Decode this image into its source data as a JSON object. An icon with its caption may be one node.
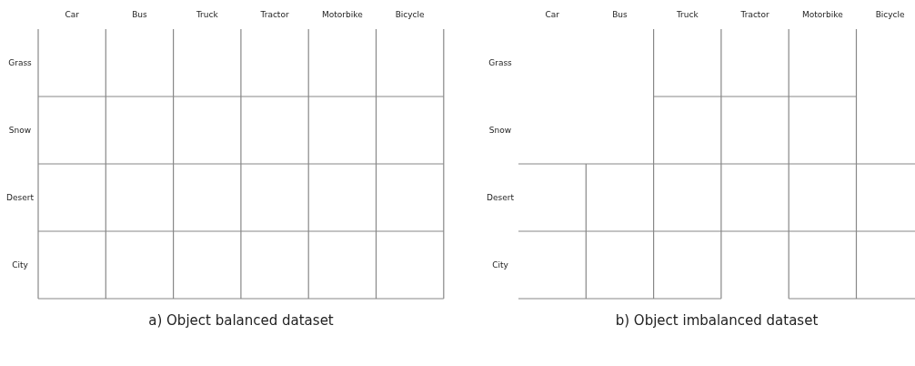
{
  "diagram": {
    "labels": [
      "Car",
      "Bus",
      "Truck",
      "Tractor",
      "Motorbike",
      "Bicycle",
      "Car",
      "Bus",
      "Truck",
      "Tractor",
      "Motorbike",
      "Bicycle",
      "Grass",
      "Grass",
      "Snow",
      "Snow",
      "Desert",
      "Desert",
      "City",
      "City",
      "a) Object balanced dataset",
      "b) Object imbalanced dataset"
    ]
  }
}
